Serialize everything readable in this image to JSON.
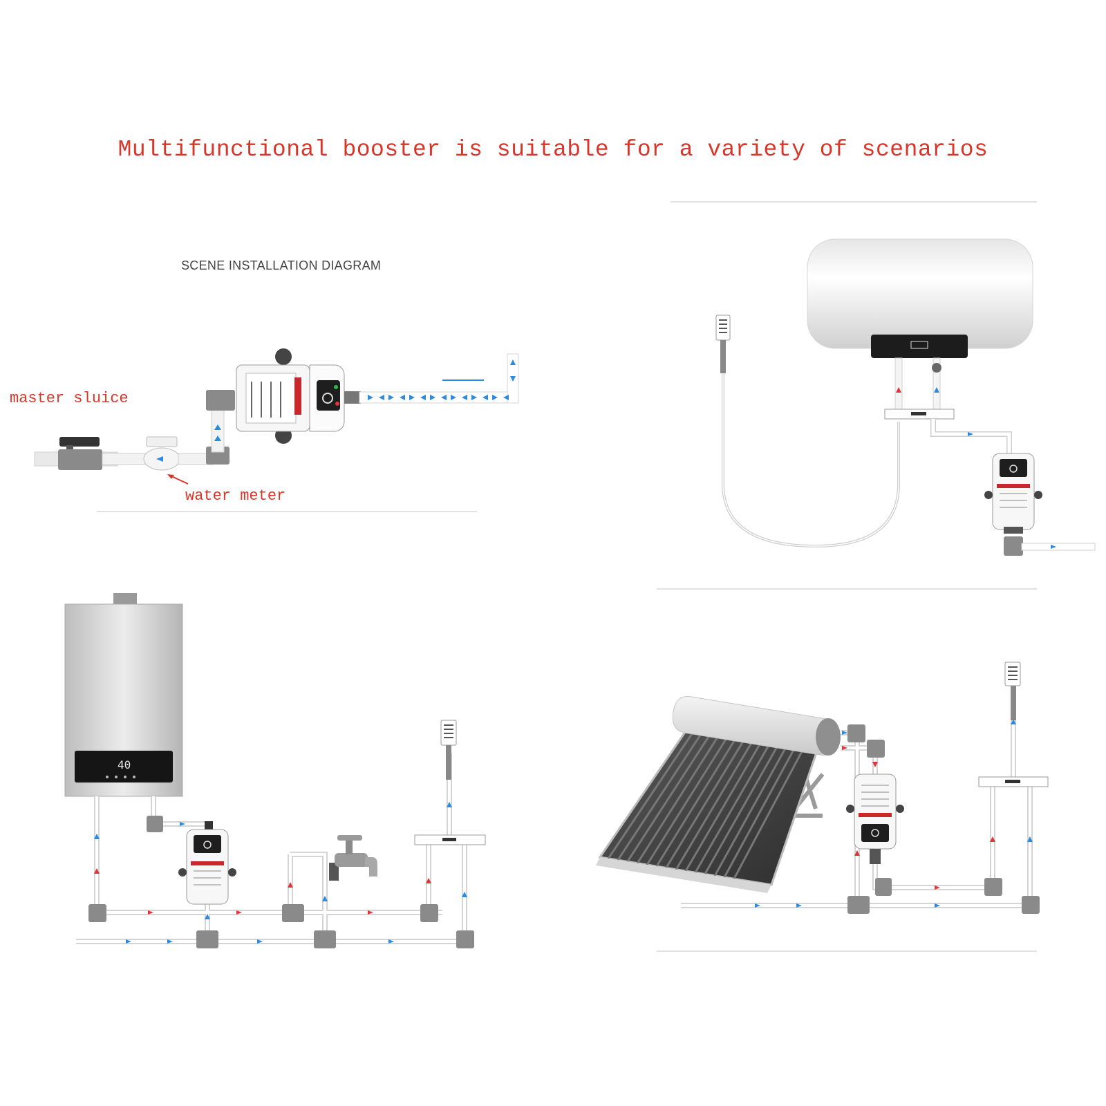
{
  "header": {
    "title": "Multifunctional booster is suitable for a variety of scenarios"
  },
  "scene1": {
    "title": "SCENE INSTALLATION DIAGRAM",
    "label_master_sluice": "master sluice",
    "label_water_meter": "water meter"
  },
  "scene3": {
    "heater_display": "40"
  },
  "colors": {
    "headline": "#d8362a",
    "cold_flow": "#2a8be0",
    "hot_flow": "#e0343a",
    "pipe": "#cfcfcf",
    "fitting": "#8a8a8a"
  },
  "icons": [
    "shower-head-icon",
    "faucet-icon",
    "booster-pump-icon",
    "water-meter-icon",
    "valve-icon",
    "solar-heater-icon",
    "electric-water-heater-icon",
    "gas-water-heater-icon"
  ]
}
